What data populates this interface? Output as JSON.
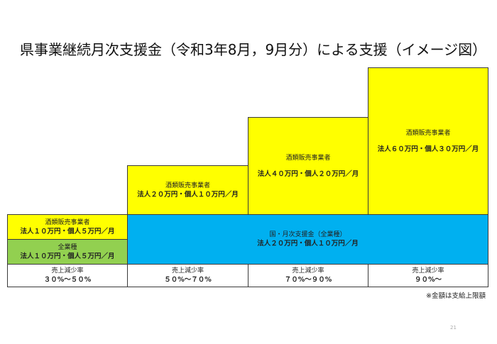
{
  "title": "県事業継続月次支援金（令和3年8月，9月分）による支援（イメージ図）",
  "colors": {
    "prefecture_liquor": "#ffff00",
    "national_support": "#00b0f0",
    "all_industries": "#92d050",
    "border": "#3a3a3a"
  },
  "columns": [
    {
      "sales_decline_label": "売上減少率",
      "sales_decline_range": "３０%～５０%",
      "liquor": {
        "label": "酒類販売事業者",
        "amount": "法人１０万円・個人５万円／月"
      },
      "all_industries": {
        "label": "全業種",
        "amount": "法人１０万円・個人５万円／月"
      }
    },
    {
      "sales_decline_label": "売上減少率",
      "sales_decline_range": "５０%～７０%",
      "liquor": {
        "label": "酒類販売事業者",
        "amount": "法人２０万円・個人１０万円／月"
      }
    },
    {
      "sales_decline_label": "売上減少率",
      "sales_decline_range": "７０%～９０%",
      "liquor": {
        "label": "酒類販売事業者",
        "amount": "法人４０万円・個人２０万円／月"
      }
    },
    {
      "sales_decline_label": "売上減少率",
      "sales_decline_range": "９０%～",
      "liquor": {
        "label": "酒類販売事業者",
        "amount": "法人６０万円・個人３０万円／月"
      }
    }
  ],
  "national": {
    "label": "国・月次支援金（全業種）",
    "amount": "法人２０万円・個人１０万円／月"
  },
  "note": "※金額は支給上限額",
  "page_number": "21"
}
